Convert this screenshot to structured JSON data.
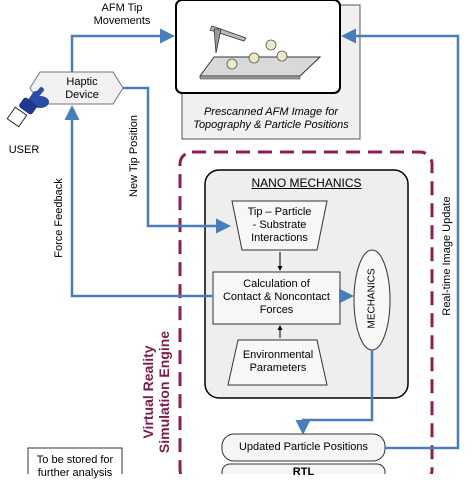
{
  "labels": {
    "afm_tip_movements_line1": "AFM Tip",
    "afm_tip_movements_line2": "Movements",
    "haptic_line1": "Haptic",
    "haptic_line2": "Device",
    "user": "USER",
    "prescanned_line1": "Prescanned AFM Image for",
    "prescanned_line2": "Topography & Particle Positions",
    "new_tip_position": "New Tip Position",
    "force_feedback": "Force Feedback",
    "real_time_update": "Real-time Image Update",
    "nano_mechanics": "NANO MECHANICS",
    "tip_particle_line1": "Tip – Particle",
    "tip_particle_line2": "- Substrate",
    "tip_particle_line3": "Interactions",
    "calc_line1": "Calculation of",
    "calc_line2": "Contact & Noncontact",
    "calc_line3": "Forces",
    "mechanics": "MECHANICS",
    "env_line1": "Environmental",
    "env_line2": "Parameters",
    "engine_line1": "Virtual Reality",
    "engine_line2": "Simulation Engine",
    "updated_positions": "Updated Particle Positions",
    "rtl": "RTL",
    "stored_line1": "To be stored for",
    "stored_line2": "further analysis"
  },
  "colors": {
    "arrow_blue": "#4a7ebb",
    "engine_dashed": "#8b1f55",
    "box_fill": "#f0f0f0",
    "nano_fill": "#eeeeee"
  }
}
